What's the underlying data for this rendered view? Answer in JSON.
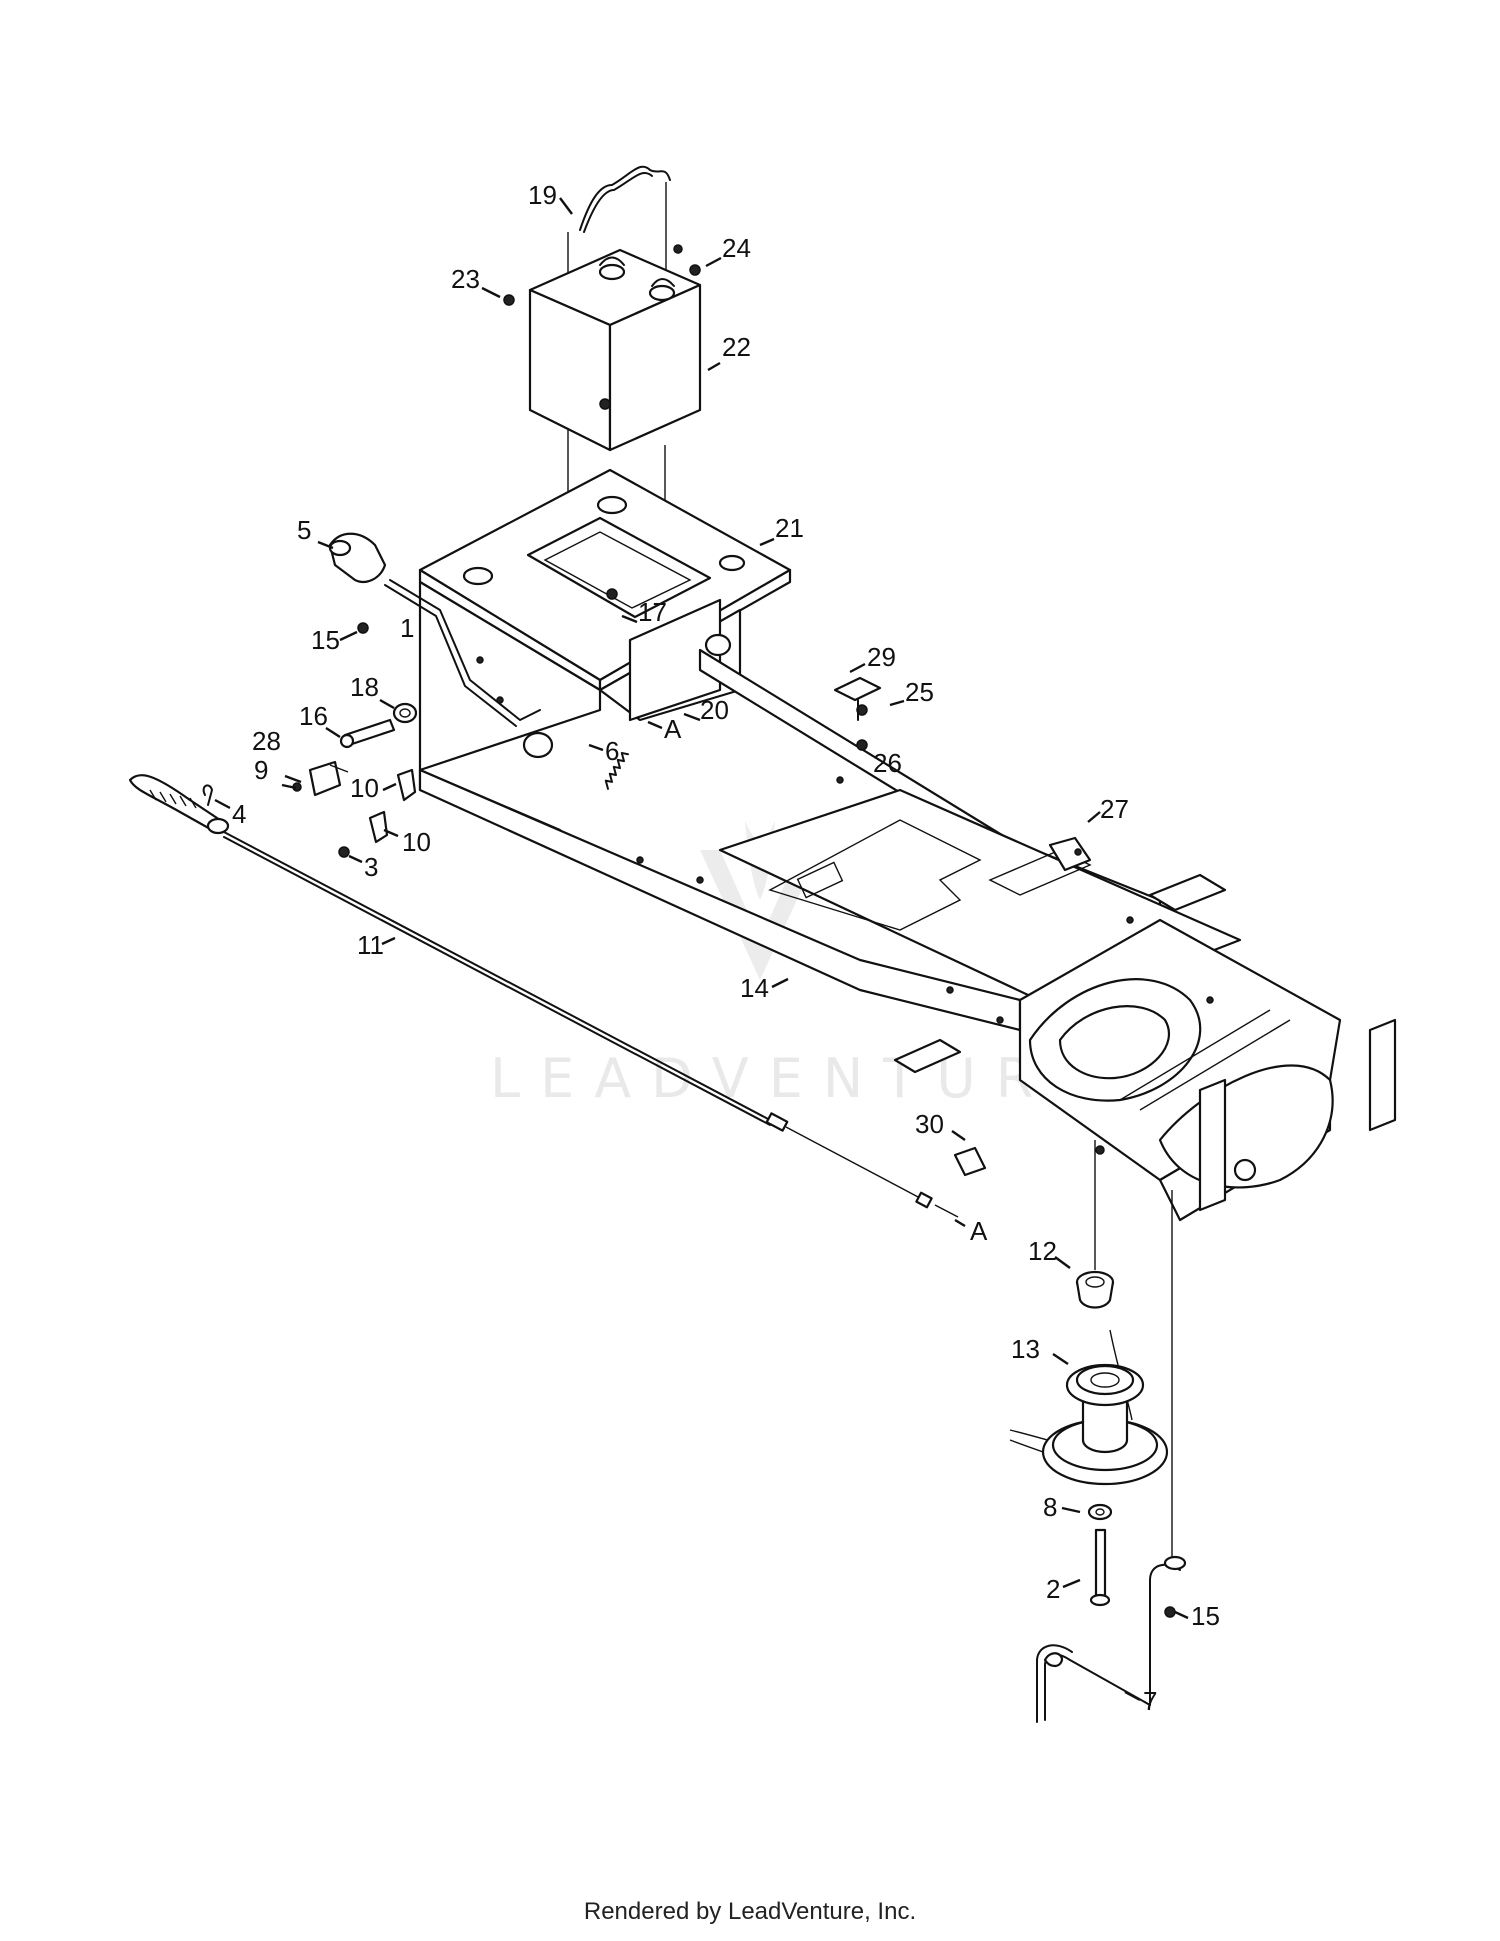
{
  "watermark": "LEADVENTURE",
  "footer": "Rendered by LeadVenture, Inc.",
  "callouts": [
    {
      "id": "19",
      "label": "19"
    },
    {
      "id": "23",
      "label": "23"
    },
    {
      "id": "24",
      "label": "24"
    },
    {
      "id": "22",
      "label": "22"
    },
    {
      "id": "5",
      "label": "5"
    },
    {
      "id": "21",
      "label": "21"
    },
    {
      "id": "17",
      "label": "17"
    },
    {
      "id": "15a",
      "label": "15"
    },
    {
      "id": "1",
      "label": "1"
    },
    {
      "id": "29",
      "label": "29"
    },
    {
      "id": "18",
      "label": "18"
    },
    {
      "id": "20",
      "label": "20"
    },
    {
      "id": "25",
      "label": "25"
    },
    {
      "id": "16",
      "label": "16"
    },
    {
      "id": "A1",
      "label": "A"
    },
    {
      "id": "28",
      "label": "28"
    },
    {
      "id": "6",
      "label": "6"
    },
    {
      "id": "26",
      "label": "26"
    },
    {
      "id": "9",
      "label": "9"
    },
    {
      "id": "10a",
      "label": "10"
    },
    {
      "id": "4",
      "label": "4"
    },
    {
      "id": "27",
      "label": "27"
    },
    {
      "id": "10b",
      "label": "10"
    },
    {
      "id": "3",
      "label": "3"
    },
    {
      "id": "11",
      "label": "11"
    },
    {
      "id": "14",
      "label": "14"
    },
    {
      "id": "30",
      "label": "30"
    },
    {
      "id": "A2",
      "label": "A"
    },
    {
      "id": "12",
      "label": "12"
    },
    {
      "id": "13",
      "label": "13"
    },
    {
      "id": "8",
      "label": "8"
    },
    {
      "id": "2",
      "label": "2"
    },
    {
      "id": "15b",
      "label": "15"
    },
    {
      "id": "7",
      "label": "7"
    }
  ]
}
